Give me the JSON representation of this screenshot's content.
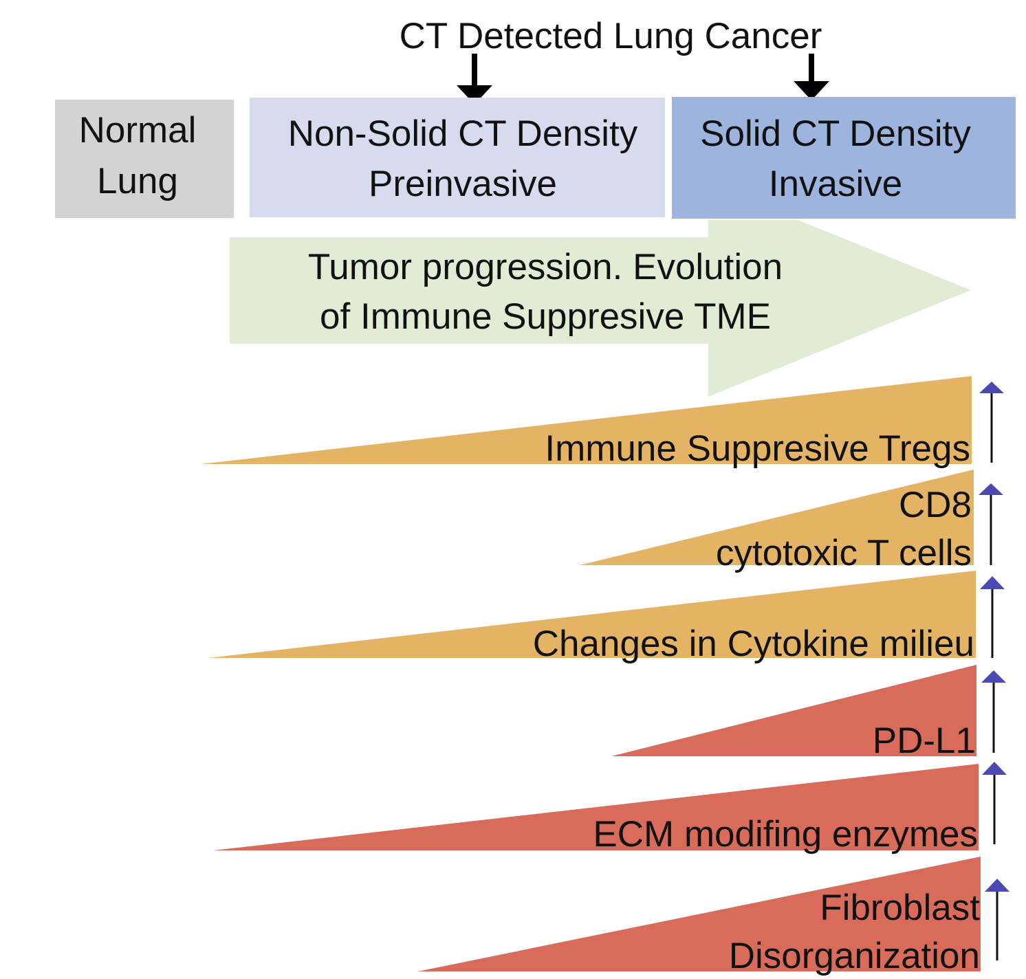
{
  "title": "CT Detected Lung Cancer",
  "stages": [
    {
      "lines": [
        "Normal",
        "Lung"
      ],
      "color": "#d3d3d3"
    },
    {
      "lines": [
        "Non-Solid CT Density",
        "Preinvasive"
      ],
      "color": "#d6dbef"
    },
    {
      "lines": [
        "Solid CT Density",
        "Invasive"
      ],
      "color": "#9cb4de"
    }
  ],
  "progression": {
    "lines": [
      "Tumor progression. Evolution",
      "of Immune Suppresive TME"
    ],
    "color": "#e1ecd4"
  },
  "factors": [
    {
      "lines": [
        "Immune Suppresive Tregs"
      ],
      "color": "#e4b464",
      "trend": "increase"
    },
    {
      "lines": [
        "CD8",
        "cytotoxic T cells"
      ],
      "color": "#e4b464",
      "trend": "increase"
    },
    {
      "lines": [
        "Changes in Cytokine milieu"
      ],
      "color": "#e4b464",
      "trend": "increase"
    },
    {
      "lines": [
        "PD-L1"
      ],
      "color": "#d96b5b",
      "trend": "increase"
    },
    {
      "lines": [
        "ECM modifing enzymes"
      ],
      "color": "#d96b5b",
      "trend": "increase"
    },
    {
      "lines": [
        "Fibroblast",
        "Disorganization"
      ],
      "color": "#d96b5b",
      "trend": "increase"
    }
  ],
  "arrow_color": "#4a4ab2"
}
